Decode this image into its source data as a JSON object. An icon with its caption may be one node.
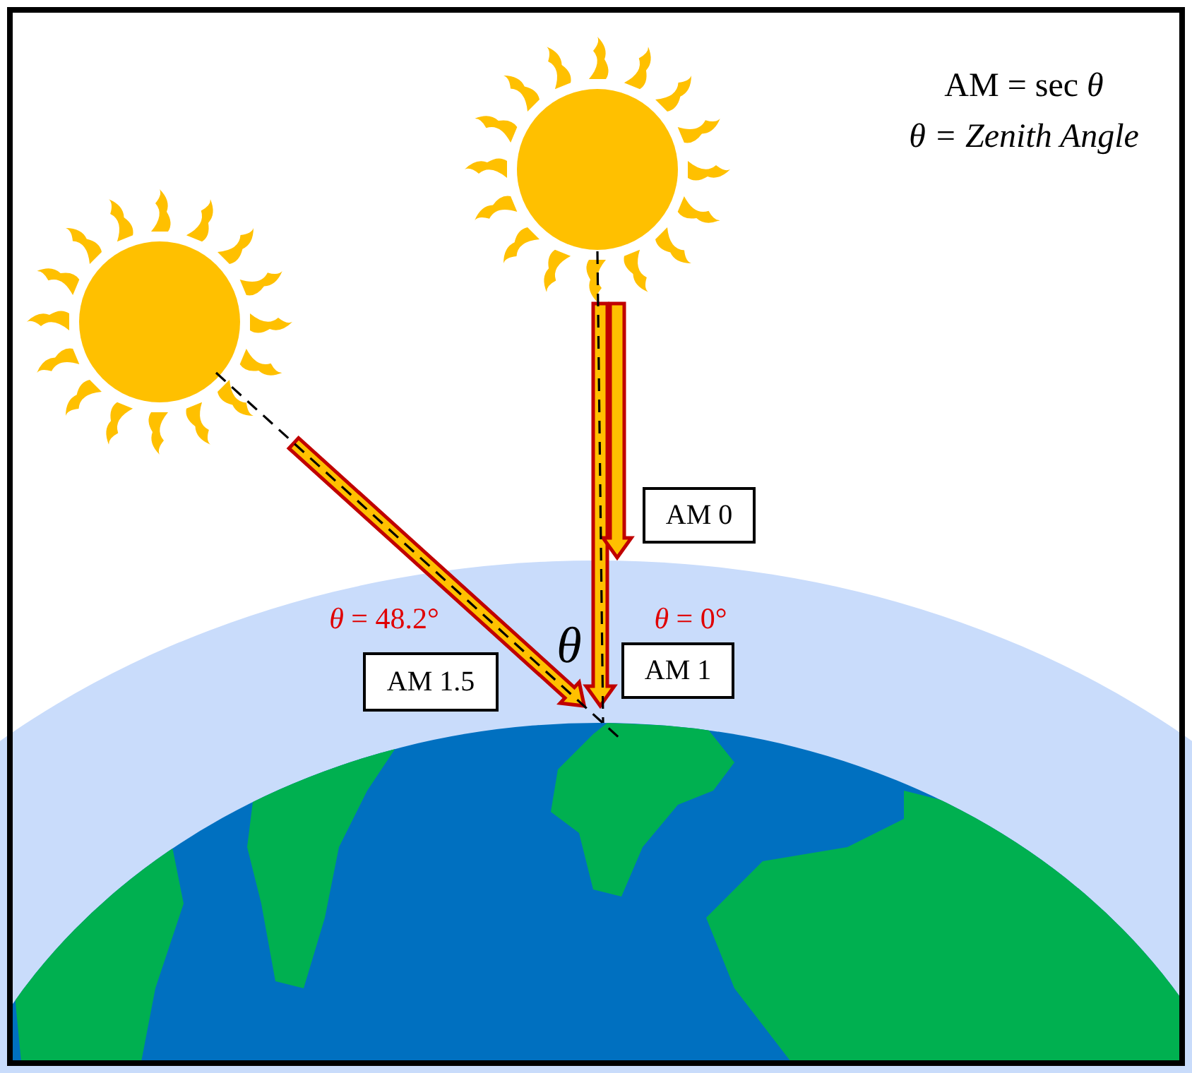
{
  "diagram": {
    "nodes": [
      {
        "text": [],
        "shape": "sun"
      },
      {
        "text": [],
        "shape": "sun"
      },
      {
        "text": [],
        "shape": "picture"
      },
      {
        "text": [
          "AM 0"
        ]
      },
      {
        "text": [
          "AM 1"
        ]
      },
      {
        "text": [
          "AM 1.5"
        ]
      }
    ],
    "edges": [
      {
        "from": 1,
        "to": 2,
        "arrow": "to",
        "style": "thick"
      },
      {
        "from": 1,
        "to": null,
        "arrow": "to",
        "style": "thick"
      },
      {
        "from": 0,
        "to": 2,
        "arrow": "to",
        "style": "thick"
      }
    ],
    "labels": [
      "AM = sec *θ*",
      "θ = Zenith Angle",
      "*θ* = 48.2°",
      "θ",
      "*θ* = 0°"
    ]
  }
}
